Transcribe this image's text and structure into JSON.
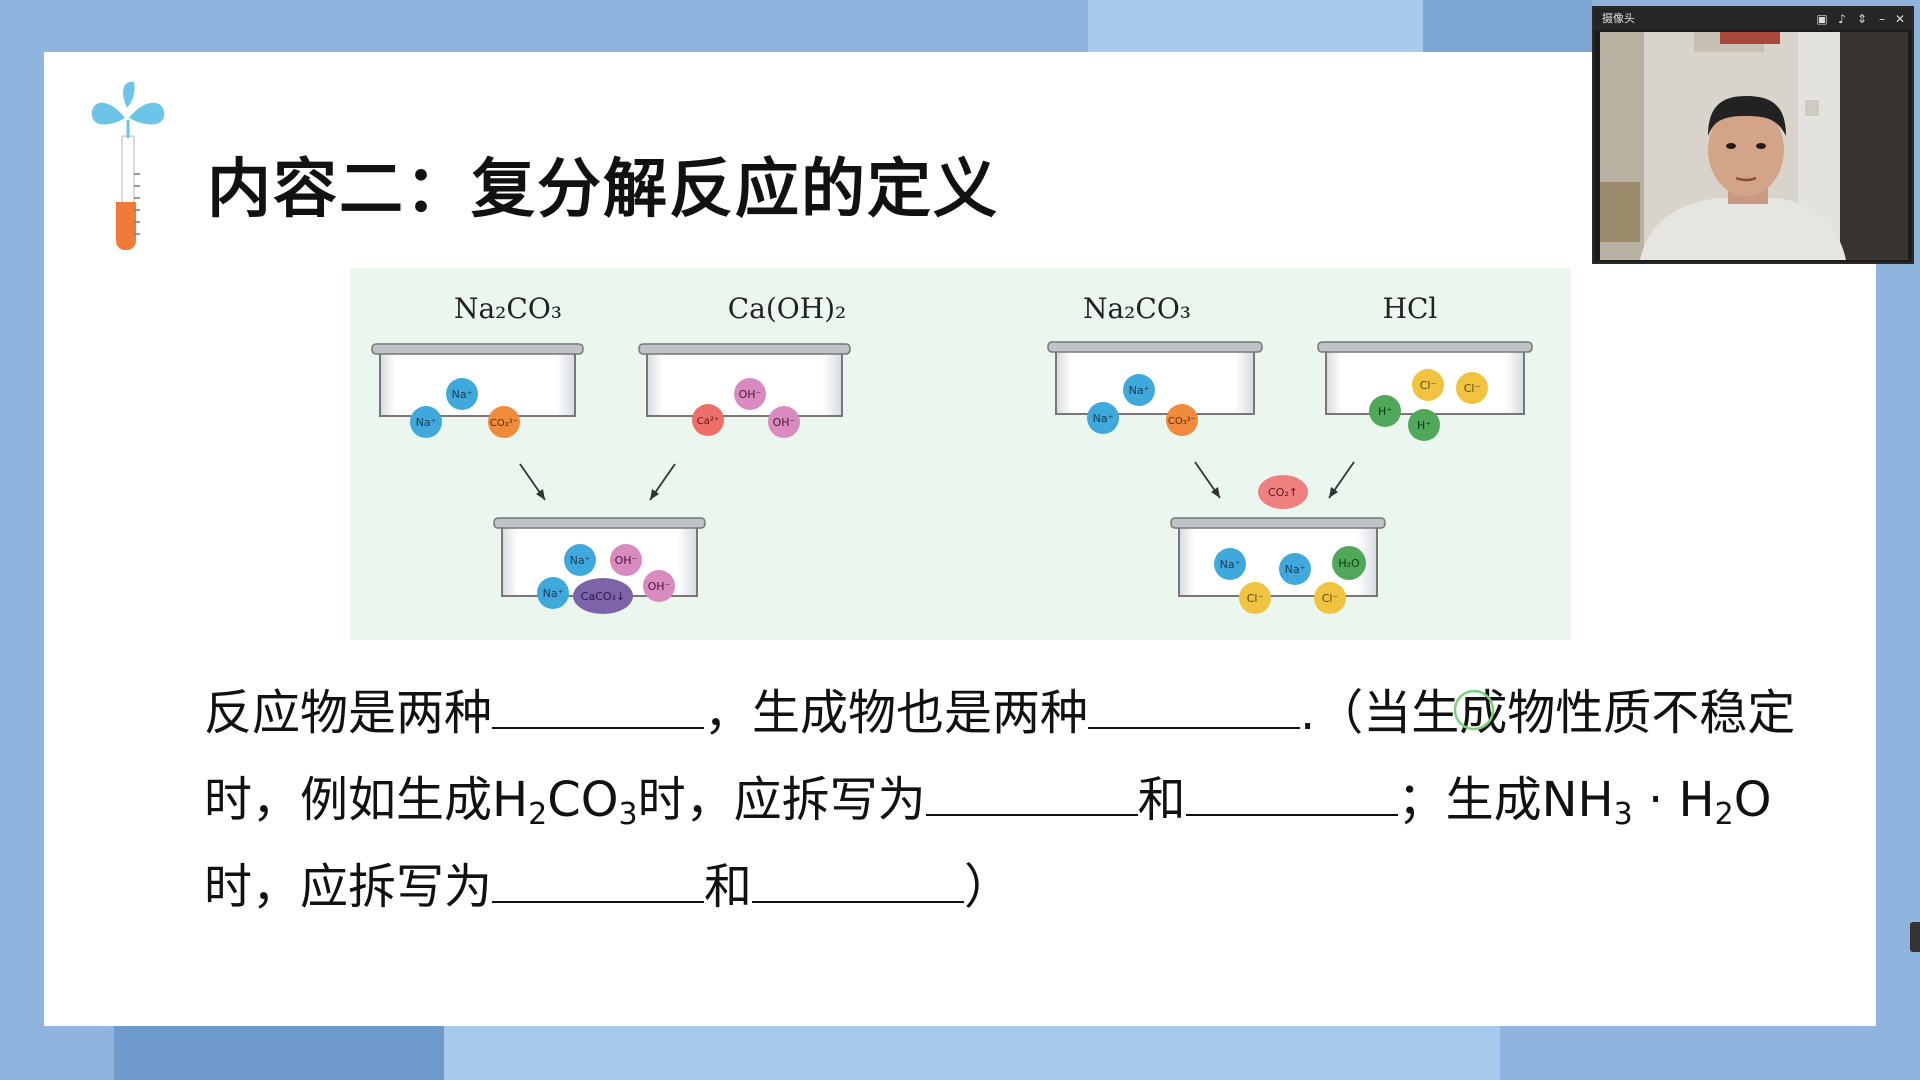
{
  "slide": {
    "title": "内容二：复分解反应的定义"
  },
  "figure": {
    "left": {
      "beaker1_label": "Na₂CO₃",
      "beaker2_label": "Ca(OH)₂",
      "b1_ions": [
        "Na⁺",
        "Na⁺",
        "CO₃²⁻"
      ],
      "b2_ions": [
        "OH⁻",
        "Ca²⁺",
        "OH⁻"
      ],
      "product_ions": [
        "Na⁺",
        "OH⁻",
        "Na⁺",
        "CaCO₃↓",
        "OH⁻"
      ]
    },
    "right": {
      "beaker1_label": "Na₂CO₃",
      "beaker2_label": "HCl",
      "b1_ions": [
        "Na⁺",
        "Na⁺",
        "CO₃²⁻"
      ],
      "b2_ions": [
        "Cl⁻",
        "Cl⁻",
        "H⁺",
        "H⁺"
      ],
      "gas": "CO₂↑",
      "product_ions": [
        "Na⁺",
        "Na⁺",
        "H₂O",
        "Cl⁻",
        "Cl⁻"
      ]
    },
    "colors": {
      "na": "#3fa9dc",
      "co3": "#f08a3c",
      "oh": "#d98bbf",
      "ca": "#ec6f6a",
      "caco3": "#7d63a8",
      "cl": "#f0c341",
      "h": "#52a85a",
      "h2o": "#52a85a",
      "co2": "#ef8080"
    }
  },
  "fill_in": {
    "l1a": "反应物是两种",
    "l1b": "，生成物也是两种",
    "l1c": ".（当生成物性质不稳定",
    "l2a": "时，例如生成H",
    "l2sub1": "2",
    "l2b": "CO",
    "l2sub2": "3",
    "l2c": "时，应拆写为",
    "l2d": "和",
    "l2e": "；生成NH",
    "l2sub3": "3",
    "l2f": " · H",
    "l2sub4": "2",
    "l2g": "O",
    "l3a": "时，应拆写为",
    "l3b": "和",
    "l3c": "）"
  },
  "webcam": {
    "title": "摄像头",
    "controls": [
      "pin-icon",
      "audio-icon",
      "resize-icon",
      "minimize-icon",
      "close-icon"
    ]
  }
}
